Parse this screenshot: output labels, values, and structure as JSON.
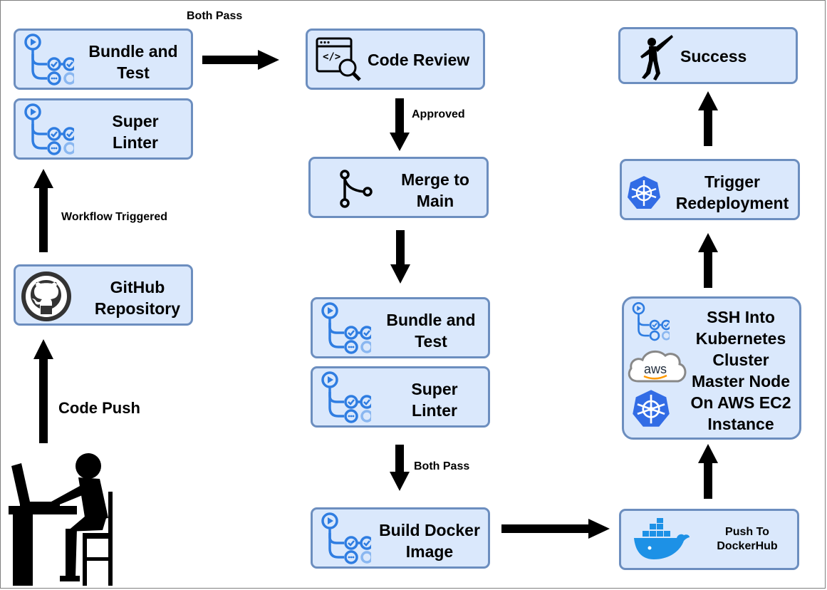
{
  "nodes": {
    "bundle_test_1": {
      "line1": "Bundle and",
      "line2": "Test"
    },
    "super_linter_1": {
      "line1": "Super",
      "line2": "Linter"
    },
    "github_repo": {
      "line1": "GitHub",
      "line2": "Repository"
    },
    "code_review": {
      "label": "Code Review"
    },
    "merge_main": {
      "line1": "Merge to",
      "line2": "Main"
    },
    "bundle_test_2": {
      "line1": "Bundle and",
      "line2": "Test"
    },
    "super_linter_2": {
      "line1": "Super",
      "line2": "Linter"
    },
    "build_docker": {
      "line1": "Build Docker",
      "line2": "Image"
    },
    "success": {
      "label": "Success"
    },
    "trigger_redeploy": {
      "line1": "Trigger",
      "line2": "Redeployment"
    },
    "ssh_cluster": {
      "lines": [
        "SSH Into",
        "Kubernetes",
        "Cluster",
        "Master Node",
        "On AWS EC2",
        "Instance"
      ]
    },
    "push_dockerhub": {
      "line1": "Push To",
      "line2": "DockerHub"
    }
  },
  "edge_labels": {
    "both_pass_top": "Both Pass",
    "approved": "Approved",
    "workflow_triggered": "Workflow Triggered",
    "code_push": "Code Push",
    "both_pass_mid": "Both Pass"
  },
  "icons": {
    "aws_logo_text": "aws"
  },
  "colors": {
    "node_fill": "#dae8fc",
    "node_border": "#6c8ebf",
    "actions_blue": "#2f7de1",
    "kubernetes_blue": "#326ce5",
    "docker_blue": "#1d91e6"
  }
}
